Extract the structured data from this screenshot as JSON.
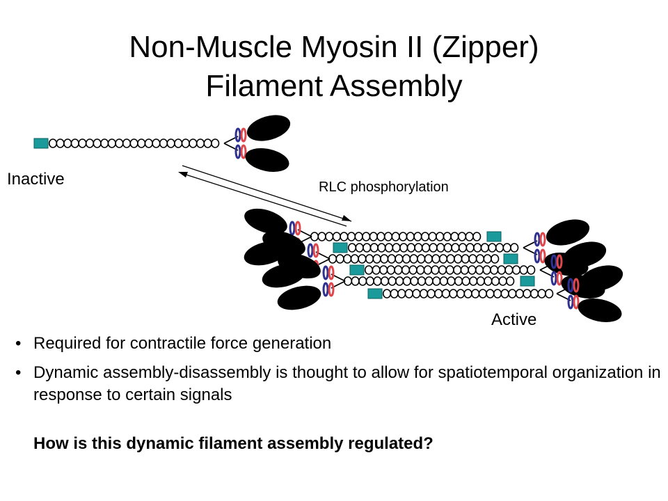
{
  "slide": {
    "title_line1": "Non-Muscle Myosin II (Zipper)",
    "title_line2": "Filament Assembly"
  },
  "diagram": {
    "label_inactive": "Inactive",
    "label_transition": "RLC phosphorylation",
    "label_active": "Active",
    "colors": {
      "head": "#000000",
      "light_chain_red": "#e0474c",
      "light_chain_blue": "#2e3192",
      "tail_cap": "#1a9a9a"
    }
  },
  "bullets": [
    "Required for contractile force generation",
    "Dynamic assembly-disassembly is thought to allow for spatiotemporal organization in response to certain signals"
  ],
  "bullet_marker": "•",
  "question": "How is this dynamic filament assembly regulated?"
}
